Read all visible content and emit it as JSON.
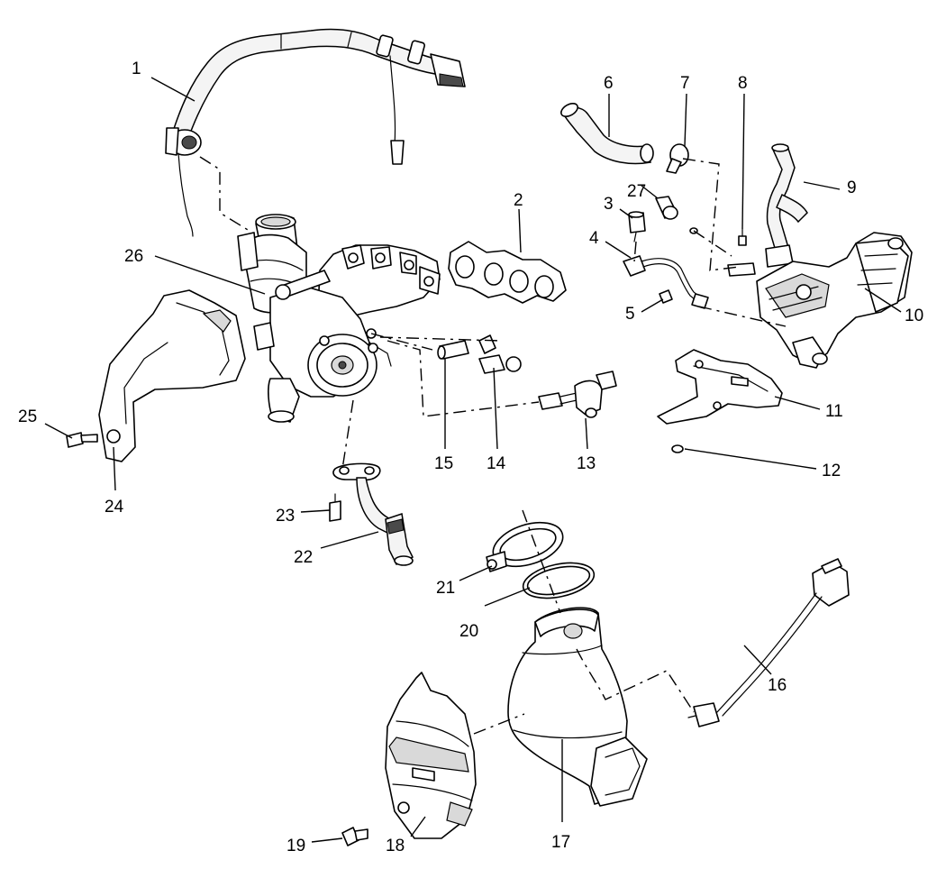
{
  "callouts": [
    {
      "id": "1",
      "text": "1"
    },
    {
      "id": "2",
      "text": "2"
    },
    {
      "id": "3",
      "text": "3"
    },
    {
      "id": "4",
      "text": "4"
    },
    {
      "id": "5",
      "text": "5"
    },
    {
      "id": "6",
      "text": "6"
    },
    {
      "id": "7",
      "text": "7"
    },
    {
      "id": "8",
      "text": "8"
    },
    {
      "id": "9",
      "text": "9"
    },
    {
      "id": "10",
      "text": "10"
    },
    {
      "id": "11",
      "text": "11"
    },
    {
      "id": "12",
      "text": "12"
    },
    {
      "id": "13",
      "text": "13"
    },
    {
      "id": "14",
      "text": "14"
    },
    {
      "id": "15",
      "text": "15"
    },
    {
      "id": "16",
      "text": "16"
    },
    {
      "id": "17",
      "text": "17"
    },
    {
      "id": "18",
      "text": "18"
    },
    {
      "id": "19",
      "text": "19"
    },
    {
      "id": "20",
      "text": "20"
    },
    {
      "id": "21",
      "text": "21"
    },
    {
      "id": "22",
      "text": "22"
    },
    {
      "id": "23",
      "text": "23"
    },
    {
      "id": "24",
      "text": "24"
    },
    {
      "id": "25",
      "text": "25"
    },
    {
      "id": "26",
      "text": "26"
    },
    {
      "id": "27",
      "text": "27"
    }
  ],
  "colors": {
    "line": "#000000",
    "background": "#ffffff",
    "shade": "#d9d9d9"
  }
}
